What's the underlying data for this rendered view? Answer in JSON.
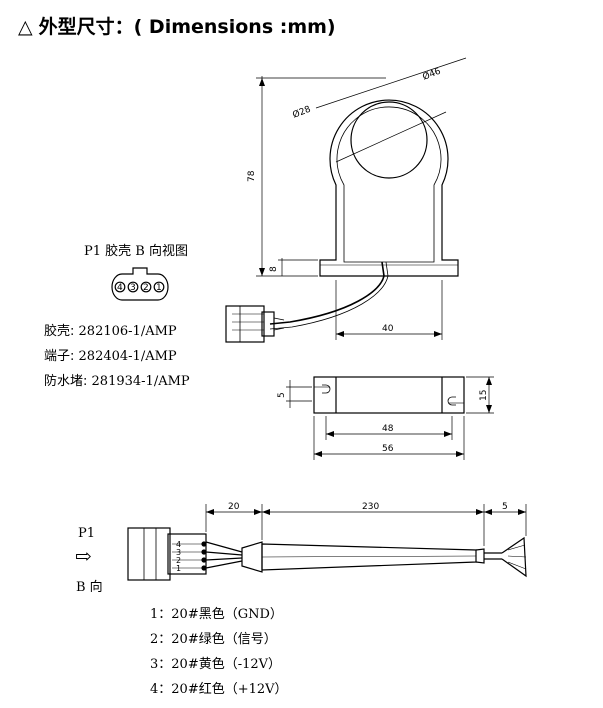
{
  "header": {
    "triangle": "△",
    "title": "外型尺寸：( Dimensions :mm)"
  },
  "dims": {
    "outer_dia": "Ø46",
    "inner_dia": "Ø28",
    "height": "78",
    "base_h": "8",
    "base_offset": "40",
    "slot_w": "5",
    "foot_h": "15",
    "hole_pitch": "48",
    "foot_len": "56",
    "seg_a": "20",
    "seg_b": "230",
    "seg_c": "5"
  },
  "connector": {
    "view_label": "P1 胶壳 B 向视图",
    "pins": [
      "4",
      "3",
      "2",
      "1"
    ],
    "specs": [
      {
        "key": "胶壳:",
        "value": "282106-1/AMP"
      },
      {
        "key": "端子:",
        "value": "282404-1/AMP"
      },
      {
        "key": "防水堵:",
        "value": "281934-1/AMP"
      }
    ]
  },
  "cable": {
    "p1": "P1",
    "arrow": "⇨",
    "direction": "B 向",
    "pin_labels": [
      "4",
      "3",
      "2",
      "1"
    ]
  },
  "wires": [
    "1：20#黑色（GND）",
    "2：20#绿色（信号）",
    "3：20#黄色（-12V）",
    "4：20#红色（+12V）"
  ]
}
